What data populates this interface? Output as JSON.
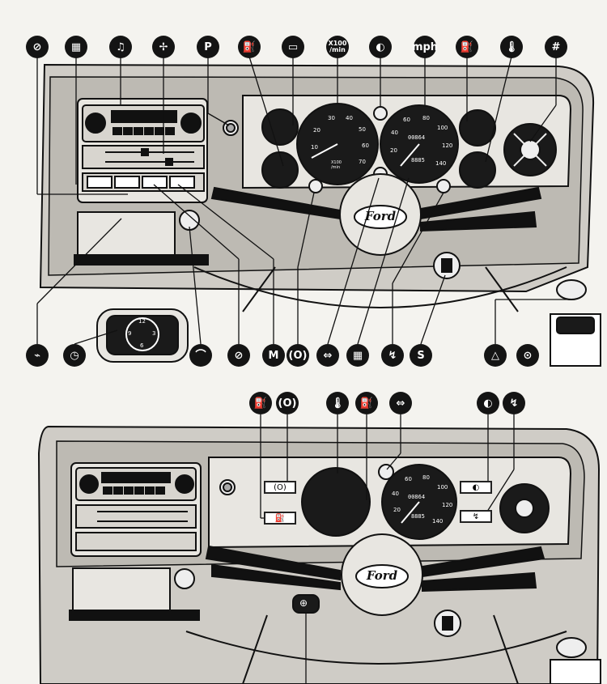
{
  "top_panel": {
    "callouts_top": [
      {
        "name": "rear-window-wiper-icon",
        "glyph": "⊘"
      },
      {
        "name": "rear-window-heater-icon",
        "glyph": "▦"
      },
      {
        "name": "radio-icon",
        "glyph": "♫"
      },
      {
        "name": "fan-icon",
        "glyph": "✢"
      },
      {
        "name": "parking-brake-icon",
        "glyph": "P"
      },
      {
        "name": "oil-pressure-icon",
        "glyph": "⛽"
      },
      {
        "name": "battery-charge-icon",
        "glyph": "▭"
      },
      {
        "name": "tachometer-icon",
        "glyph": "X100\n/min"
      },
      {
        "name": "main-beam-icon",
        "glyph": "◐"
      },
      {
        "name": "speedometer-icon",
        "glyph": "mph"
      },
      {
        "name": "fuel-gauge-icon",
        "glyph": "⛽"
      },
      {
        "name": "coolant-temp-icon",
        "glyph": "🌡"
      },
      {
        "name": "gear-lever-icon",
        "glyph": "#"
      }
    ],
    "callouts_bottom": [
      {
        "name": "cigar-lighter-icon",
        "glyph": "⌁"
      },
      {
        "name": "clock-icon",
        "glyph": "◷"
      },
      {
        "name": "ashtray-icon",
        "glyph": "⌒"
      },
      {
        "name": "windscreen-wiper-icon",
        "glyph": "⊘"
      },
      {
        "name": "windscreen-washer-icon",
        "glyph": "M"
      },
      {
        "name": "brake-warning-icon",
        "glyph": "(O)"
      },
      {
        "name": "turn-signal-icon",
        "glyph": "⇔"
      },
      {
        "name": "heated-window-icon",
        "glyph": "▦"
      },
      {
        "name": "choke-icon",
        "glyph": "↯"
      },
      {
        "name": "ignition-icon",
        "glyph": "S"
      },
      {
        "name": "hazard-warning-icon",
        "glyph": "△"
      },
      {
        "name": "car-light-icon",
        "glyph": "⊙"
      }
    ],
    "tacho_labels": [
      "10",
      "20",
      "30",
      "40",
      "50",
      "60",
      "70"
    ],
    "tacho_sub": "X100\n/min",
    "speedo_labels": [
      "20",
      "40",
      "60",
      "80",
      "100",
      "120",
      "140"
    ],
    "speedo_odo": "00864",
    "speedo_trip": "8885",
    "clock_numbers": [
      "12",
      "3",
      "6",
      "9"
    ],
    "badge": "Ford"
  },
  "bottom_panel": {
    "callouts_top": [
      {
        "name": "oil-pressure-icon",
        "glyph": "⛽"
      },
      {
        "name": "brake-warning-icon",
        "glyph": "(O)"
      },
      {
        "name": "coolant-temp-icon",
        "glyph": "🌡"
      },
      {
        "name": "fuel-gauge-icon",
        "glyph": "⛽"
      },
      {
        "name": "turn-signal-icon",
        "glyph": "⇔"
      },
      {
        "name": "main-beam-icon",
        "glyph": "◐"
      },
      {
        "name": "choke-icon",
        "glyph": "↯"
      }
    ],
    "warning_boxes": [
      "(O)",
      "⛽",
      "◐",
      "↯"
    ],
    "speedo_labels": [
      "20",
      "40",
      "60",
      "80",
      "100",
      "120",
      "140"
    ],
    "speedo_odo": "00864",
    "speedo_trip": "8885",
    "badge": "Ford",
    "horn_icon": "⊕"
  }
}
